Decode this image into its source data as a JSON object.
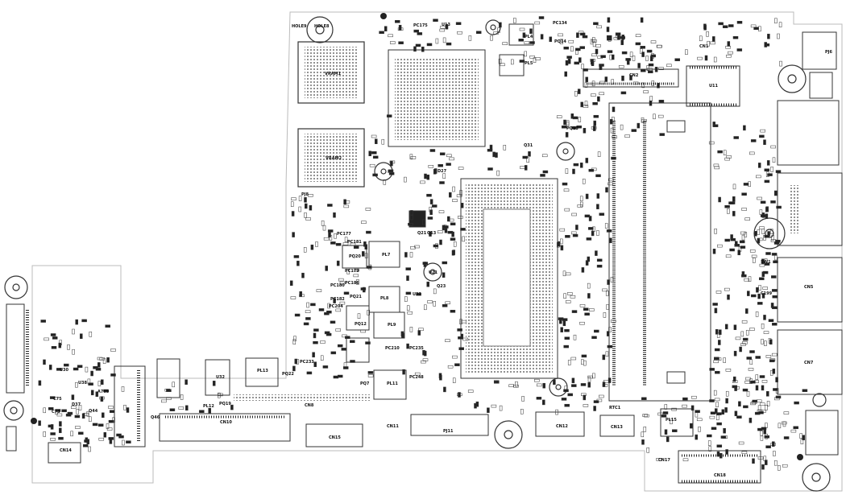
{
  "board": {
    "labels": {
      "hole9": "HOLE9",
      "hole8": "HOLE8",
      "pc175": "PC175",
      "u13": "U13",
      "pl4": "PL4",
      "pc134": "PC134",
      "pq14": "PQ14",
      "cn1": "CN1",
      "pj6": "PJ6",
      "vram1": "VRAM1",
      "pl5": "PL5",
      "cn2": "CN2",
      "u11": "U11",
      "vram2": "VRAM2",
      "pq13": "PQ13",
      "q31": "Q31",
      "pj8": "PJ8",
      "pc177": "PC177",
      "pc181": "PC181",
      "pq20": "PQ20",
      "pl7": "PL7",
      "pc179": "PC179",
      "pc186": "PC186",
      "pc180": "PC180",
      "pc182": "PC182",
      "pc204": "PC204",
      "pq21": "PQ21",
      "pl8": "PL8",
      "pq12": "PQ12",
      "pl9": "PL9",
      "pc210": "PC210",
      "pl13": "PL13",
      "pq22": "PQ22",
      "pc233": "PC233",
      "u32": "U32",
      "pc248": "PC248",
      "pl11": "PL11",
      "pq7": "PQ7",
      "cn8": "CN8",
      "cn10": "CN10",
      "pl12": "PL12",
      "pq19": "PQ19",
      "cn11": "CN11",
      "cn15": "CN15",
      "pj11": "PJ11",
      "cn12": "CN12",
      "cn13": "CN13",
      "pl15": "PL15",
      "cn17": "CN17",
      "cn18": "CN18",
      "cn5": "CN5",
      "cn7": "CN7",
      "c199": "C199",
      "sw1": "SW1",
      "u30": "U30",
      "u38": "U38",
      "a769": "A769",
      "c75": "C75",
      "c73": "C73",
      "d37": "D37",
      "cn14": "CN14",
      "q46": "Q46",
      "q44": "Q44",
      "u22": "U22",
      "u21": "U21",
      "pc235": "PC235",
      "q21": "Q21",
      "q13": "Q13",
      "q23": "Q23",
      "d27": "D27",
      "rtc": "RTC1"
    }
  }
}
